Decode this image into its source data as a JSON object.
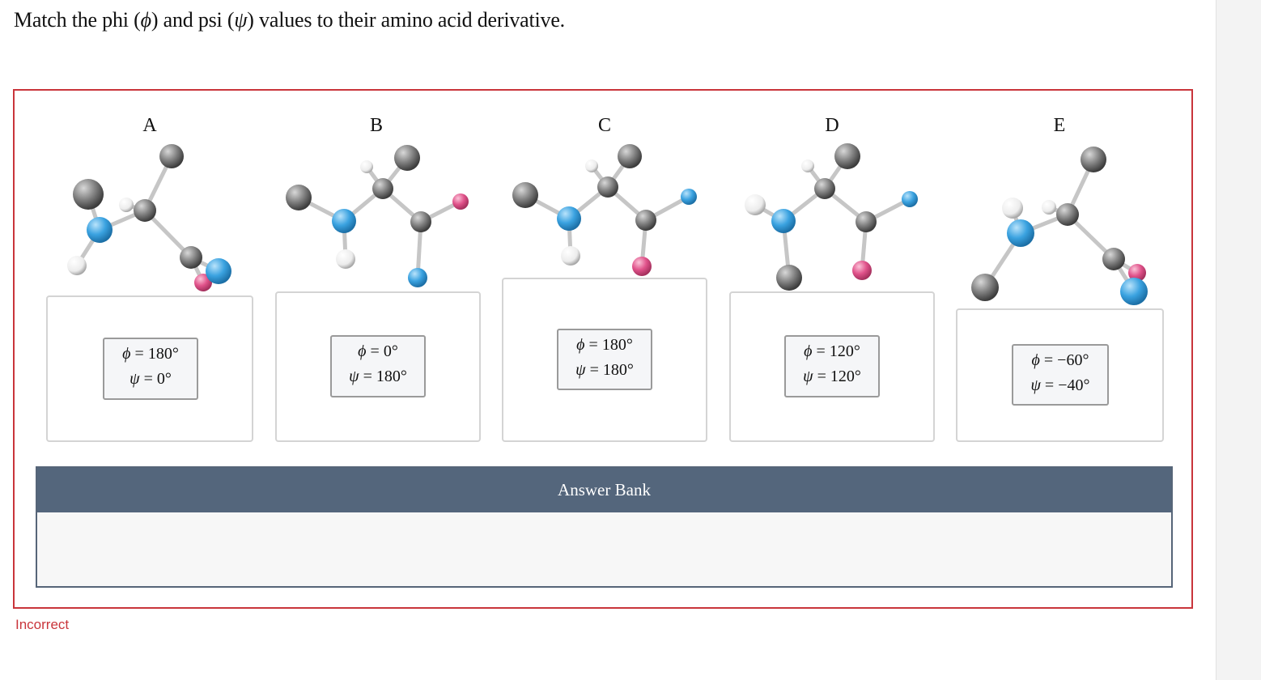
{
  "question": {
    "text_before": "Match the phi (",
    "phi_symbol": "ϕ",
    "text_mid": ") and psi (",
    "psi_symbol": "ψ",
    "text_after": ") values to their amino acid derivative."
  },
  "columns": [
    {
      "letter": "A",
      "phi": "180°",
      "psi": "0°"
    },
    {
      "letter": "B",
      "phi": "0°",
      "psi": "180°"
    },
    {
      "letter": "C",
      "phi": "180°",
      "psi": "180°"
    },
    {
      "letter": "D",
      "phi": "120°",
      "psi": "120°"
    },
    {
      "letter": "E",
      "phi": "−60°",
      "psi": "−40°"
    }
  ],
  "phi_symbol": "ϕ",
  "psi_symbol": "ψ",
  "equals": "=",
  "answer_bank": {
    "title": "Answer Bank"
  },
  "status": {
    "label": "Incorrect"
  },
  "colors": {
    "carbon": "#7d7d7d",
    "nitrogen": "#3aa2e0",
    "oxygen": "#e0528a",
    "hydrogen": "#f2f2f2",
    "bond": "#c8c8c8",
    "incorrect_red": "#c9353b",
    "bank_header": "#54667c"
  }
}
